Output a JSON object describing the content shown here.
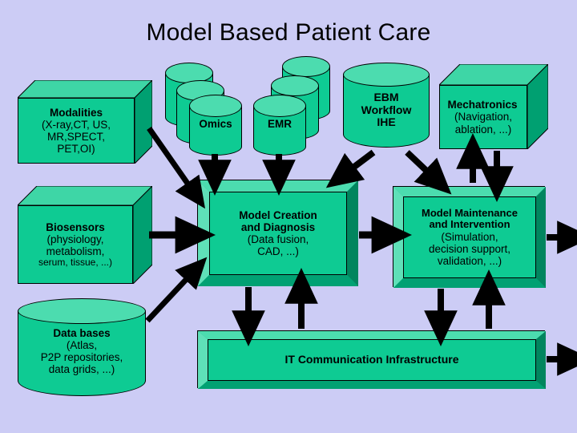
{
  "slide": {
    "title": "Model Based Patient Care",
    "background_color": "#ccccf5",
    "box_face_color": "#0ecb93",
    "box_top_color": "#3ed6a6",
    "box_side_color": "#00a071",
    "text_color": "#000000",
    "arrow_color": "#000000"
  },
  "nodes": {
    "modalities": {
      "shape": "cuboid",
      "lines": [
        "Modalities",
        "(X-ray,CT, US,",
        "MR,SPECT,",
        "PET,OI)"
      ]
    },
    "biosensors": {
      "shape": "cuboid",
      "lines": [
        "Biosensors",
        "(physiology,",
        "metabolism,",
        "serum, tissue, ...)"
      ]
    },
    "databases": {
      "shape": "cylinder",
      "lines": [
        "Data bases",
        "(Atlas,",
        "P2P repositories,",
        "data grids, ...)"
      ]
    },
    "omics": {
      "shape": "cylinder-stack",
      "label": "Omics"
    },
    "emr": {
      "shape": "cylinder-stack",
      "label": "EMR"
    },
    "ebm": {
      "shape": "cylinder",
      "lines": [
        "EBM",
        "Workflow",
        "IHE"
      ]
    },
    "mechatronics": {
      "shape": "cuboid",
      "lines": [
        "Mechatronics",
        "(Navigation,",
        "ablation, ...)"
      ]
    },
    "model_creation": {
      "shape": "bevel",
      "lines": [
        "Model Creation",
        "and Diagnosis",
        "(Data fusion,",
        "CAD, ...)"
      ]
    },
    "model_maintenance": {
      "shape": "bevel",
      "lines": [
        "Model Maintenance",
        "and Intervention",
        "(Simulation,",
        "decision support,",
        "validation, ...)"
      ]
    },
    "it_infrastructure": {
      "shape": "bevel",
      "label": "IT Communication Infrastructure"
    }
  },
  "connections": [
    {
      "from": "modalities",
      "to": "model_creation",
      "style": "single"
    },
    {
      "from": "biosensors",
      "to": "model_creation",
      "style": "single"
    },
    {
      "from": "databases",
      "to": "model_creation",
      "style": "single"
    },
    {
      "from": "omics",
      "to": "model_creation",
      "style": "single"
    },
    {
      "from": "emr",
      "to": "model_creation",
      "style": "single"
    },
    {
      "from": "ebm",
      "to": "model_creation",
      "style": "single"
    },
    {
      "from": "ebm",
      "to": "model_maintenance",
      "style": "single"
    },
    {
      "from": "model_creation",
      "to": "model_maintenance",
      "style": "single"
    },
    {
      "from": "model_maintenance",
      "to": "mechatronics",
      "style": "bidirectional"
    },
    {
      "from": "model_creation",
      "to": "it_infrastructure",
      "style": "bidirectional"
    },
    {
      "from": "model_maintenance",
      "to": "it_infrastructure",
      "style": "bidirectional"
    },
    {
      "from": "model_maintenance",
      "to": "external-right",
      "style": "single"
    },
    {
      "from": "it_infrastructure",
      "to": "external-right",
      "style": "single"
    }
  ]
}
